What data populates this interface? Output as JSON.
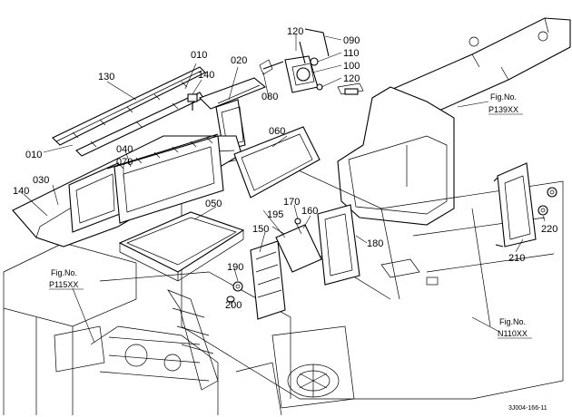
{
  "labels": {
    "p010a": "010",
    "p010b": "010",
    "p020": "020",
    "p030": "030",
    "p040": "040",
    "p050": "050",
    "p060": "060",
    "p070": "070",
    "p080": "080",
    "p090": "090",
    "p100": "100",
    "p110": "110",
    "p120a": "120",
    "p120b": "120",
    "p130": "130",
    "p140a": "140",
    "p140b": "140",
    "p150": "150",
    "p160": "160",
    "p170": "170",
    "p180": "180",
    "p190": "190",
    "p195": "195",
    "p200": "200",
    "p210": "210",
    "p220": "220"
  },
  "figrefs": {
    "p139_title": "Fig.No.",
    "p139_num": "P139XX",
    "p115_title": "Fig.No.",
    "p115_num": "P115XX",
    "n110_title": "Fig.No.",
    "n110_num": "N110XX"
  },
  "drawing_code": "3J004-166-11"
}
